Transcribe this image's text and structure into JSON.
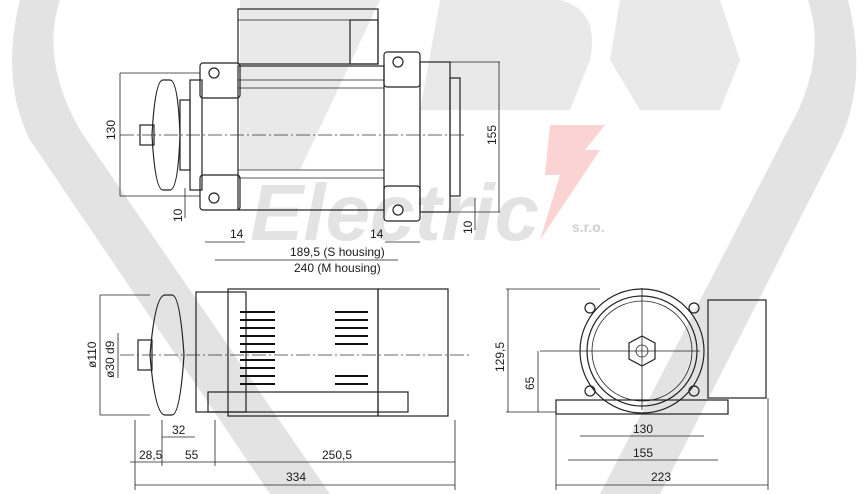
{
  "watermark": {
    "brand_top": "VEBO",
    "brand_middle": "Electric",
    "suffix": "s.r.o.",
    "colors": {
      "gray": "#e3e3e3",
      "bolt": "#fbd3d3"
    }
  },
  "top_view": {
    "dimensions": {
      "height_left": "130",
      "height_right": "155",
      "foot_left_offset": "10",
      "foot_right_offset": "10",
      "hole_left": "14",
      "hole_right": "14",
      "span_s": "189,5 (S housing)",
      "span_m": "240 (M housing)"
    }
  },
  "side_view": {
    "dimensions": {
      "pulley_dia": "ø110",
      "shaft_dia": "ø30 d9",
      "pulley_hub": "32",
      "seg_1": "28,5",
      "seg_2": "55",
      "seg_3": "250,5",
      "overall_length": "334"
    }
  },
  "end_view": {
    "dimensions": {
      "height": "129,5",
      "shaft_height": "65",
      "hole_spacing": "130",
      "foot_spacing": "155",
      "overall_width": "223"
    }
  }
}
